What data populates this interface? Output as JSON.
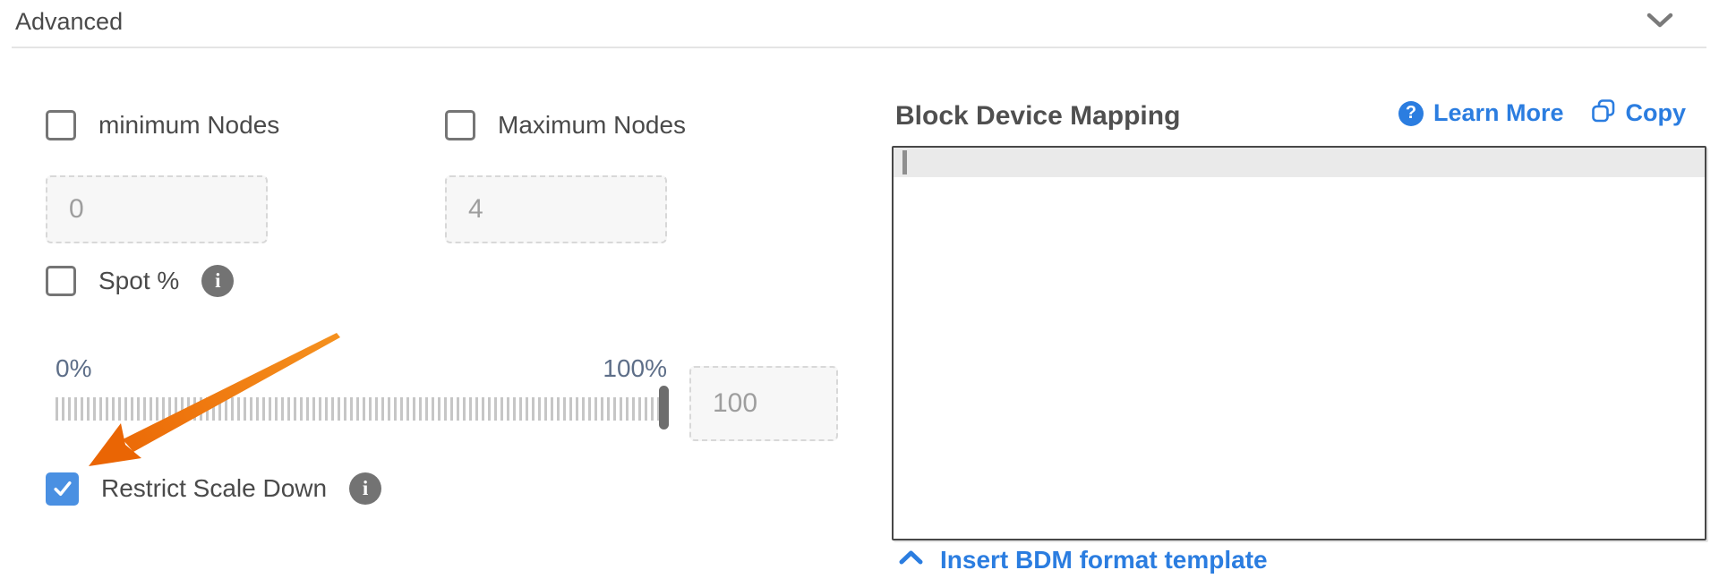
{
  "header": {
    "title": "Advanced"
  },
  "advanced_section": {
    "min_nodes": {
      "label": "minimum Nodes",
      "checked": false,
      "value": "0"
    },
    "max_nodes": {
      "label": "Maximum Nodes",
      "checked": false,
      "value": "4"
    },
    "spot_percentage": {
      "label": "Spot %",
      "checked": false
    },
    "spot_slider": {
      "min_label": "0%",
      "max_label": "100%",
      "value": "100",
      "position_percent": 100
    },
    "restrict_scale_down": {
      "label": "Restrict Scale Down",
      "checked": true
    }
  },
  "block_device_mapping": {
    "title": "Block Device Mapping",
    "learn_more_label": "Learn More",
    "copy_label": "Copy",
    "editor_content": "",
    "insert_template_label": "Insert BDM format template"
  },
  "icons": {
    "header_chevron": "chevron-down",
    "learn_more_glyph": "?",
    "info_glyph": "i",
    "copy_icon": "copy-squares",
    "insert_chevron": "chevron-up",
    "annotation": "orange-arrow"
  },
  "colors": {
    "link-blue": "#2b7de0",
    "checked-blue": "#4a90e2",
    "arrow-orange": "#f07413",
    "label-dark": "#4a4a4a",
    "slate": "#5d6e88"
  }
}
